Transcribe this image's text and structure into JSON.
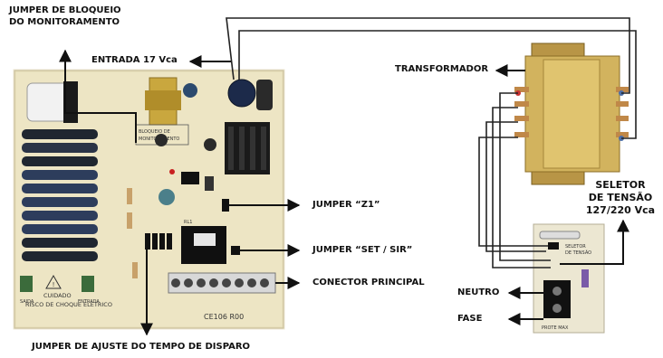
{
  "labels": {
    "jumper_bloqueio_line1": "JUMPER DE BLOQUEIO",
    "jumper_bloqueio_line2": "DO MONITORAMENTO",
    "entrada": "ENTRADA 17 Vca",
    "transformador": "TRANSFORMADOR",
    "seletor_line1": "SELETOR",
    "seletor_line2": "DE TENSÃO",
    "seletor_line3": "127/220 Vca",
    "jumper_z1": "JUMPER “Z1”",
    "jumper_set_sir": "JUMPER “SET / SIR”",
    "conector_principal": "CONECTOR PRINCIPAL",
    "neutro": "NEUTRO",
    "fase": "FASE",
    "jumper_ajuste": "JUMPER DE AJUSTE DO TEMPO DE DISPARO"
  },
  "board": {
    "model": "CE106 R00",
    "warning_title": "CUIDADO",
    "warning_text": "RISCO DE CHOQUE ELETRICO",
    "silk_bloqueio_1": "BLOQUEIO DE",
    "silk_bloqueio_2": "MONITORAMENTO",
    "relay_part": "RL1",
    "silk_saida": "SAIDA",
    "silk_entrada": "ENTRADA"
  },
  "selector_board": {
    "silk_seletor_1": "SELETOR",
    "silk_seletor_2": "DE TENSÃO",
    "silk_bottom": "PROTE MAX"
  },
  "colors": {
    "pcb": "#ede5c4",
    "transformer": "#d2b35e",
    "wire": "#222222",
    "arrow": "#111111"
  }
}
